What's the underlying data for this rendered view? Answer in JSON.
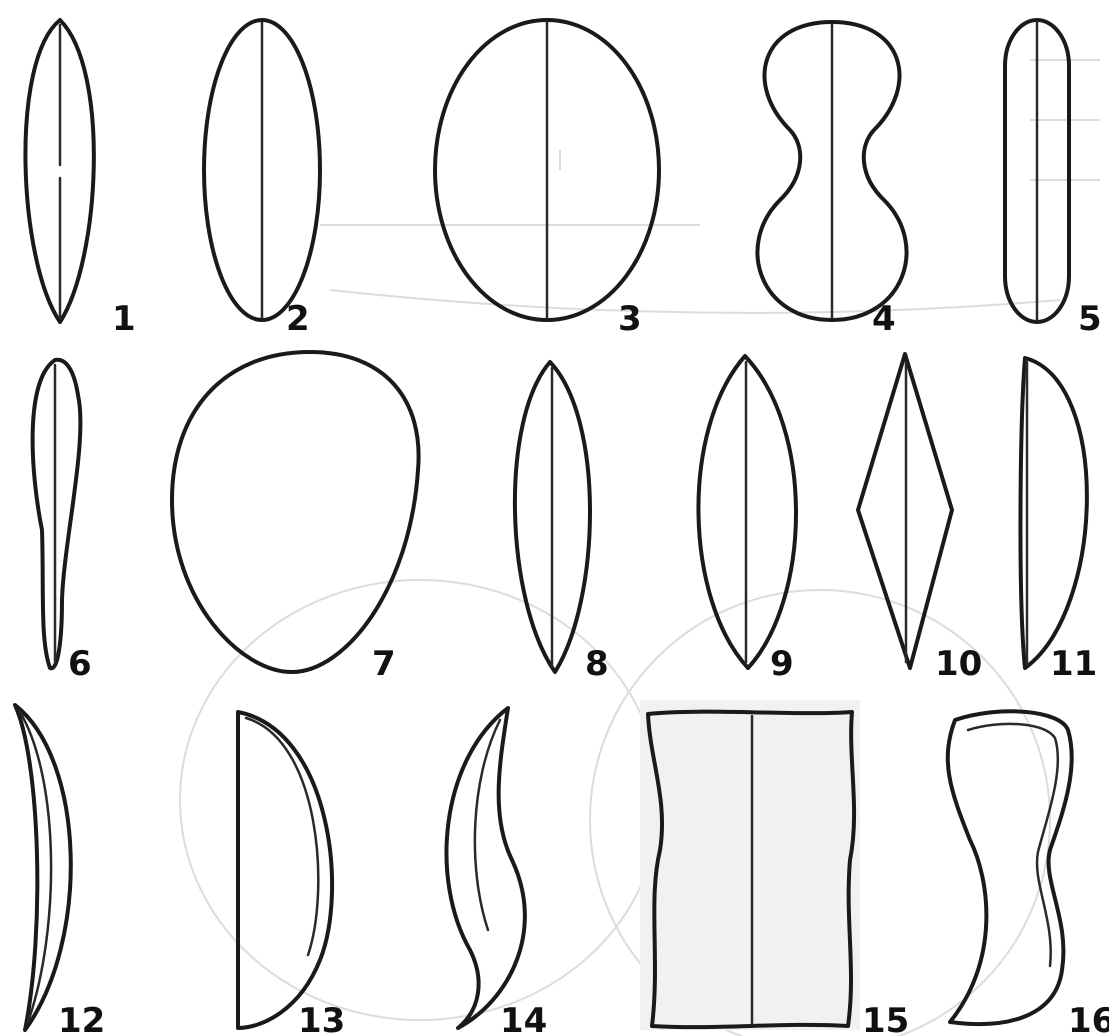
{
  "figure": {
    "shapes": [
      {
        "label": "1"
      },
      {
        "label": "2"
      },
      {
        "label": "3"
      },
      {
        "label": "4"
      },
      {
        "label": "5"
      },
      {
        "label": "6"
      },
      {
        "label": "7"
      },
      {
        "label": "8"
      },
      {
        "label": "9"
      },
      {
        "label": "10"
      },
      {
        "label": "11"
      },
      {
        "label": "12"
      },
      {
        "label": "13"
      },
      {
        "label": "14"
      },
      {
        "label": "15"
      },
      {
        "label": "16"
      }
    ],
    "colors": {
      "ink": "#1a1a1a",
      "background": "#ffffff",
      "bleed_through": "#dcdcdc"
    }
  }
}
